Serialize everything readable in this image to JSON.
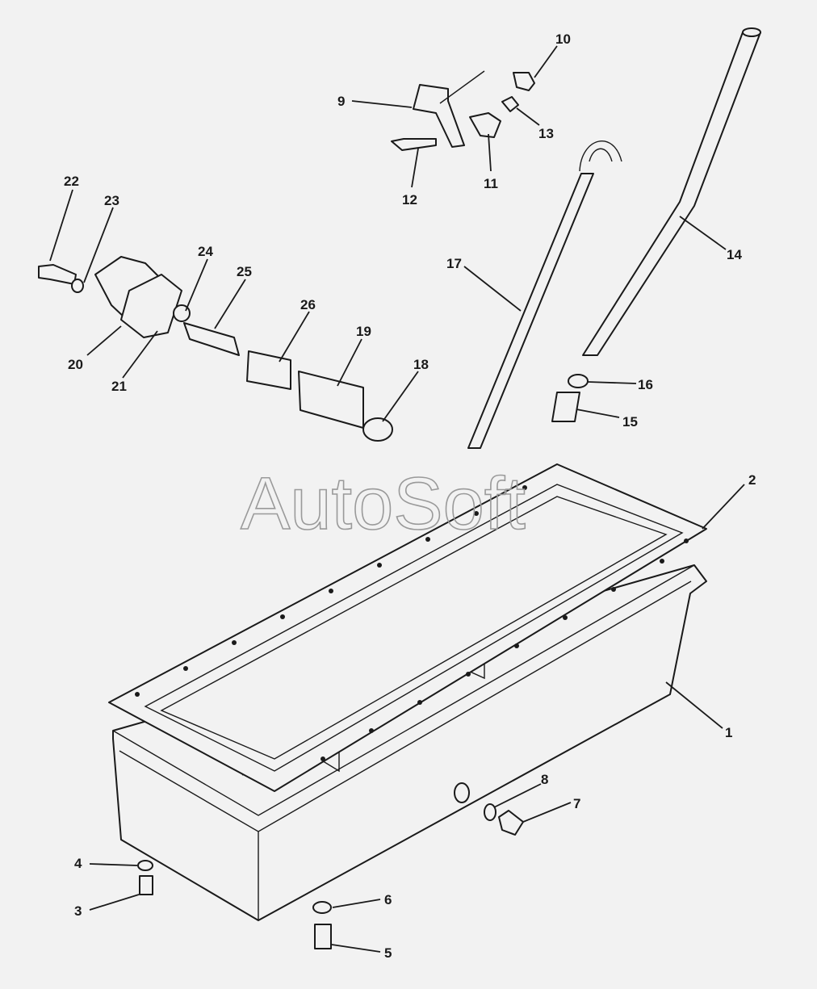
{
  "watermark": "AutoSoft",
  "callouts": {
    "c1": "1",
    "c2": "2",
    "c3": "3",
    "c4": "4",
    "c5": "5",
    "c6": "6",
    "c7": "7",
    "c8": "8",
    "c9": "9",
    "c10": "10",
    "c11": "11",
    "c12": "12",
    "c13": "13",
    "c14": "14",
    "c15": "15",
    "c16": "16",
    "c17": "17",
    "c18": "18",
    "c19": "19",
    "c20": "20",
    "c21": "21",
    "c22": "22",
    "c23": "23",
    "c24": "24",
    "c25": "25",
    "c26": "26"
  },
  "colors": {
    "background": "#f2f2f2",
    "ink": "#1a1a1a",
    "watermark": "#9a9a9a"
  }
}
